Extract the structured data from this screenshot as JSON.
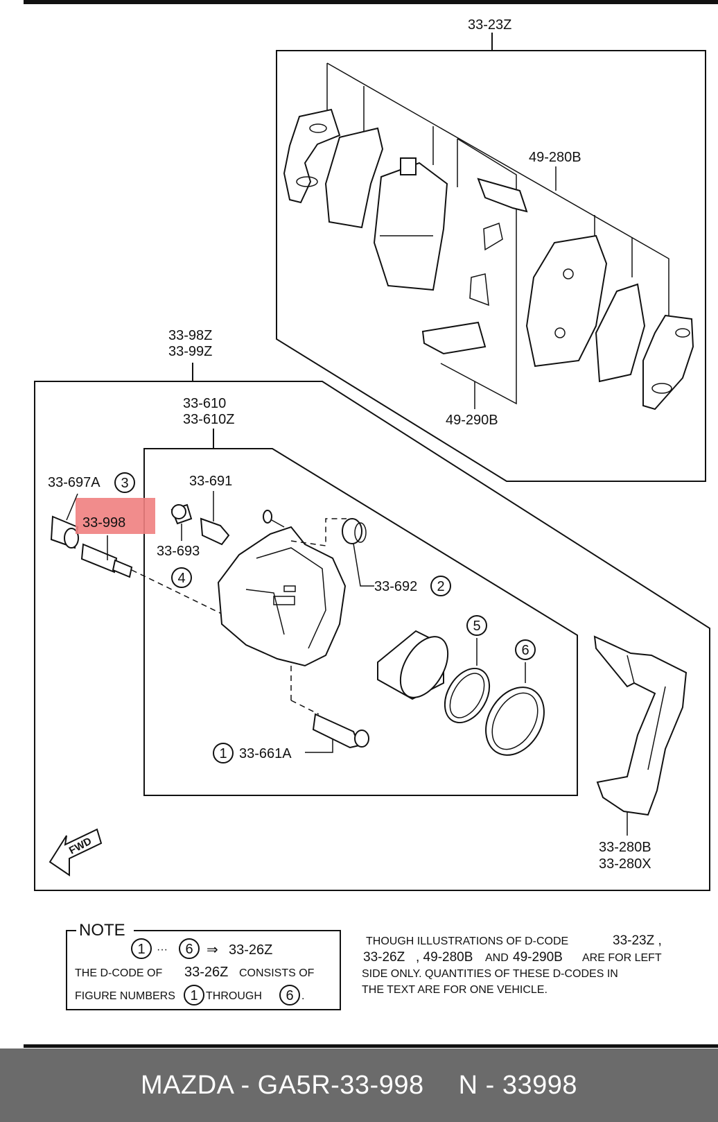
{
  "labels": {
    "pad_kit": "33-23Z",
    "shim_kit": "49-280B",
    "clip_kit": "49-290B",
    "caliper_assy_1": "33-98Z",
    "caliper_assy_2": "33-99Z",
    "caliper_1": "33-610",
    "caliper_2": "33-610Z",
    "sleeve": "33-697A",
    "bolt_highlight": "33-998",
    "bleeder": "33-691",
    "bleeder_cap": "33-693",
    "boot": "33-692",
    "guide_bolt": "33-661A",
    "bracket_1": "33-280B",
    "bracket_2": "33-280X",
    "fwd": "FWD"
  },
  "callouts": {
    "n1": "1",
    "n2": "2",
    "n3": "3",
    "n4": "4",
    "n5": "5",
    "n6": "6"
  },
  "note": {
    "title": "NOTE",
    "line1_dots": "···",
    "line1_arrow": "⇒",
    "line1_code": "33-26Z",
    "line2_a": "THE D-CODE OF",
    "line2_b": "33-26Z",
    "line2_c": "CONSISTS OF",
    "line3_a": "FIGURE NUMBERS",
    "line3_b": "THROUGH",
    "line3_c": "."
  },
  "disclaimer": {
    "l1_a": "THOUGH ILLUSTRATIONS OF D-CODE",
    "l1_b": "33-23Z ,",
    "l2_a": "33-26Z",
    "l2_b": ", 49-280B",
    "l2_c": "AND",
    "l2_d": "49-290B",
    "l2_e": "ARE FOR LEFT",
    "l3": "SIDE ONLY. QUANTITIES OF THESE D-CODES IN",
    "l4": "THE TEXT ARE FOR ONE VEHICLE."
  },
  "footer": {
    "part_number": "MAZDA - GA5R-33-998",
    "ref_number": "N - 33998"
  },
  "colors": {
    "highlight": "#f08080",
    "footer_bg": "#6b6b6b"
  }
}
